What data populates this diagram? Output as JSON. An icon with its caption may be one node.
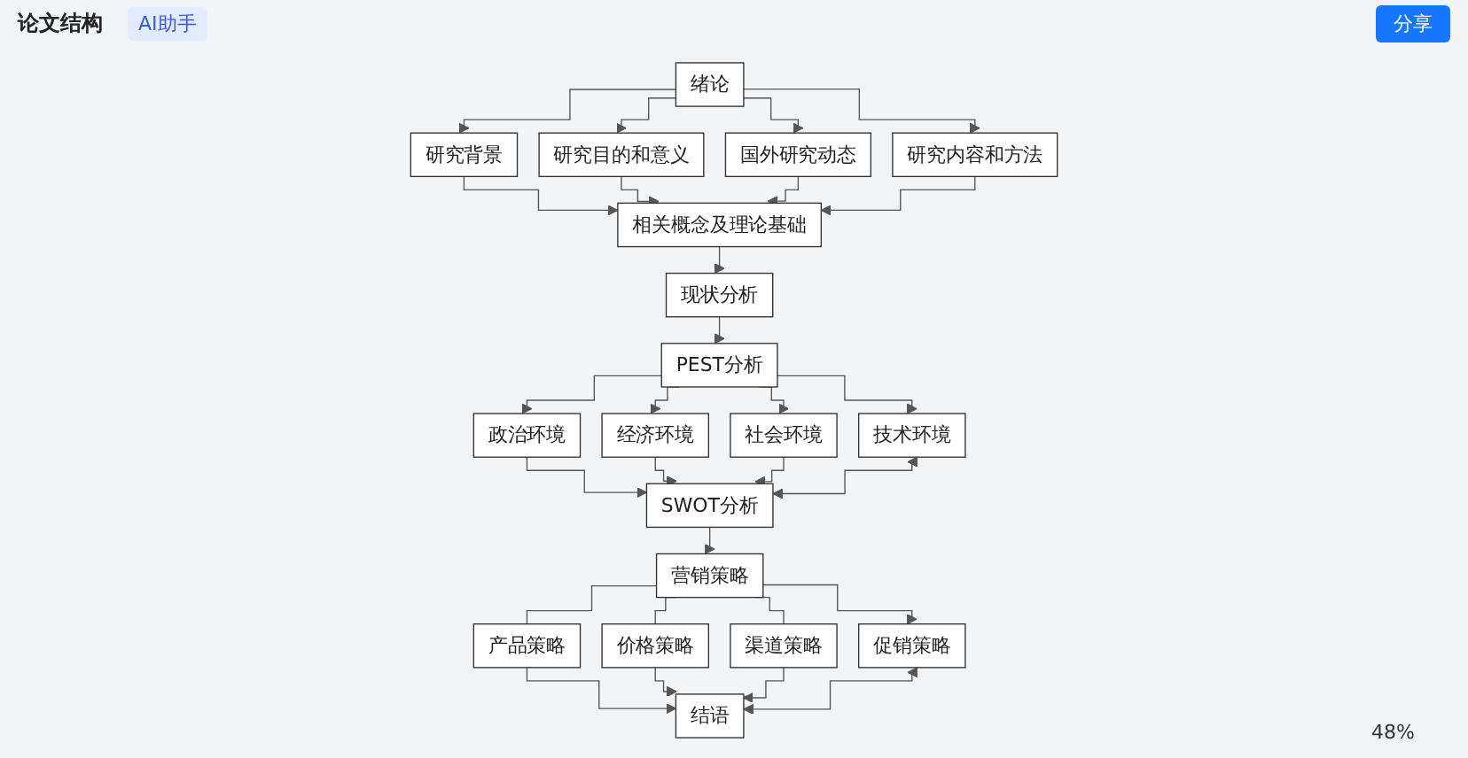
{
  "diagram": {
    "title": "论文结构",
    "nodes": [
      {
        "text": [
          "绪论"
        ]
      },
      {
        "text": [
          "研究背景"
        ]
      },
      {
        "text": [
          "研究目的和意义"
        ]
      },
      {
        "text": [
          "国外研究动态"
        ]
      },
      {
        "text": [
          "研究内容和方法"
        ]
      },
      {
        "text": [
          "相关概念及理论基础"
        ]
      },
      {
        "text": [
          "现状分析"
        ]
      },
      {
        "text": [
          "PEST分析"
        ]
      },
      {
        "text": [
          "政治环境"
        ]
      },
      {
        "text": [
          "经济环境"
        ]
      },
      {
        "text": [
          "社会环境"
        ]
      },
      {
        "text": [
          "技术环境"
        ]
      },
      {
        "text": [
          "SWOT分析"
        ]
      },
      {
        "text": [
          "营销策略"
        ]
      },
      {
        "text": [
          "产品策略"
        ]
      },
      {
        "text": [
          "价格策略"
        ]
      },
      {
        "text": [
          "渠道策略"
        ]
      },
      {
        "text": [
          "促销策略"
        ]
      },
      {
        "text": [
          "结语"
        ]
      }
    ],
    "edges": [
      {
        "from": 0,
        "to": 1,
        "arrow": "to"
      },
      {
        "from": 0,
        "to": 2,
        "arrow": "to"
      },
      {
        "from": 0,
        "to": 3,
        "arrow": "to"
      },
      {
        "from": 0,
        "to": 4,
        "arrow": "to"
      },
      {
        "from": 1,
        "to": 5,
        "arrow": "to"
      },
      {
        "from": 2,
        "to": 5,
        "arrow": "to"
      },
      {
        "from": 3,
        "to": 5,
        "arrow": "to"
      },
      {
        "from": 4,
        "to": 5,
        "arrow": "to"
      },
      {
        "from": 5,
        "to": 6,
        "arrow": "to"
      },
      {
        "from": 6,
        "to": 7,
        "arrow": "to"
      },
      {
        "from": 7,
        "to": 8,
        "arrow": "to"
      },
      {
        "from": 7,
        "to": 9,
        "arrow": "to"
      },
      {
        "from": 7,
        "to": 10,
        "arrow": "to"
      },
      {
        "from": 7,
        "to": 11,
        "arrow": "to"
      },
      {
        "from": 8,
        "to": 12,
        "arrow": "to"
      },
      {
        "from": 9,
        "to": 12,
        "arrow": "to"
      },
      {
        "from": 10,
        "to": 12,
        "arrow": "to"
      },
      {
        "from": 11,
        "to": 12,
        "arrow": "both"
      },
      {
        "from": 12,
        "to": 13,
        "arrow": "to"
      },
      {
        "from": 13,
        "to": 14,
        "arrow": "none"
      },
      {
        "from": 13,
        "to": 15,
        "arrow": "none"
      },
      {
        "from": 13,
        "to": 16,
        "arrow": "none"
      },
      {
        "from": 13,
        "to": 17,
        "arrow": "to"
      },
      {
        "from": 14,
        "to": 18,
        "arrow": "to"
      },
      {
        "from": 15,
        "to": 18,
        "arrow": "to"
      },
      {
        "from": 16,
        "to": 18,
        "arrow": "to"
      },
      {
        "from": 17,
        "to": 18,
        "arrow": "both"
      }
    ],
    "labels": [
      "AI助手",
      "分享",
      "48%"
    ]
  }
}
